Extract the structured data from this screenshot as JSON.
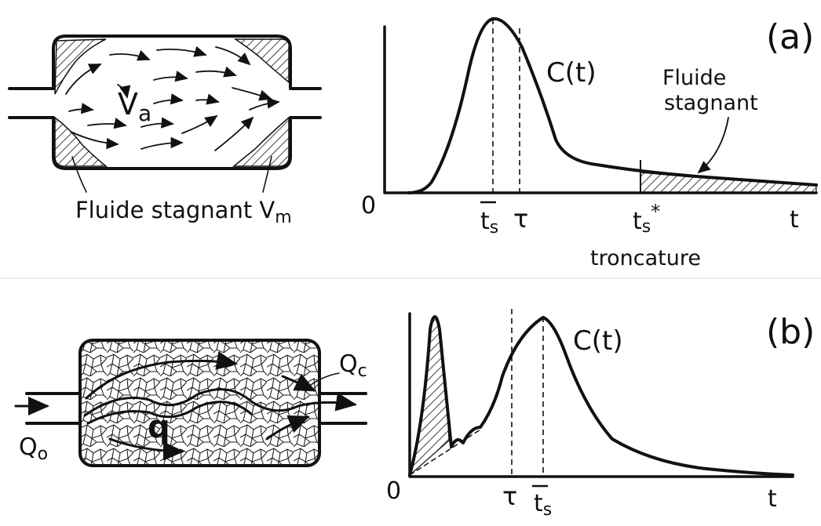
{
  "panel_a": {
    "label": "(a)",
    "volume_active": "V",
    "volume_active_sub": "a",
    "stagnant_caption": "Fluide stagnant V",
    "stagnant_caption_sub": "m",
    "curve_label": "C(t)",
    "origin": "0",
    "x_axis_label": "t",
    "tick_ts_bar": "t",
    "tick_ts_bar_sub": "s",
    "tick_tau": "τ",
    "tick_ts_star": "t",
    "tick_ts_star_sub": "s",
    "tick_ts_star_sup": "*",
    "truncation_label": "troncature",
    "stagnant_annotation_line1": "Fluide",
    "stagnant_annotation_line2": "stagnant"
  },
  "panel_b": {
    "label": "(b)",
    "q_in": "Q",
    "q_in_sub": "o",
    "q_out": "Q",
    "q_out_sub": "c",
    "q_inner": "q",
    "curve_label": "C(t)",
    "origin": "0",
    "x_axis_label": "t",
    "tick_tau": "τ",
    "tick_ts_bar": "t",
    "tick_ts_bar_sub": "s"
  },
  "colors": {
    "ink": "#111111",
    "background": "#ffffff"
  }
}
